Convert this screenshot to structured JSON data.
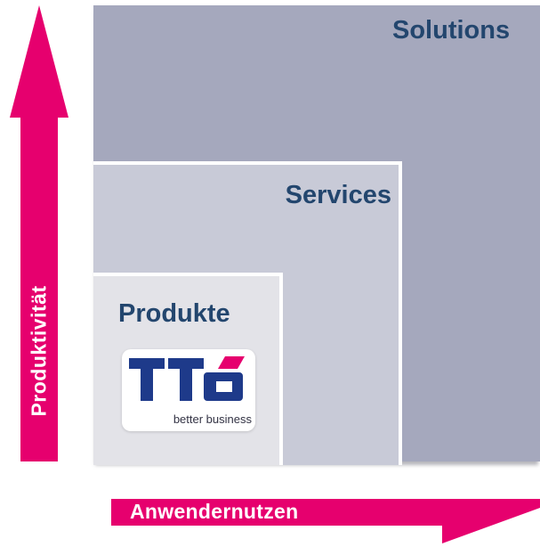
{
  "colors": {
    "arrow": "#e6006e",
    "label_text": "#23466e",
    "solutions_fill": "#a5a8bd",
    "services_fill": "#c8cad7",
    "produkte_fill": "#e3e3e8",
    "logo_blue": "#1e3a8a"
  },
  "axes": {
    "y_label": "Produktivität",
    "x_label": "Anwendernutzen"
  },
  "tiers": {
    "solutions": "Solutions",
    "services": "Services",
    "produkte": "Produkte"
  },
  "logo": {
    "wordmark": "TTO",
    "tagline": "better business"
  }
}
